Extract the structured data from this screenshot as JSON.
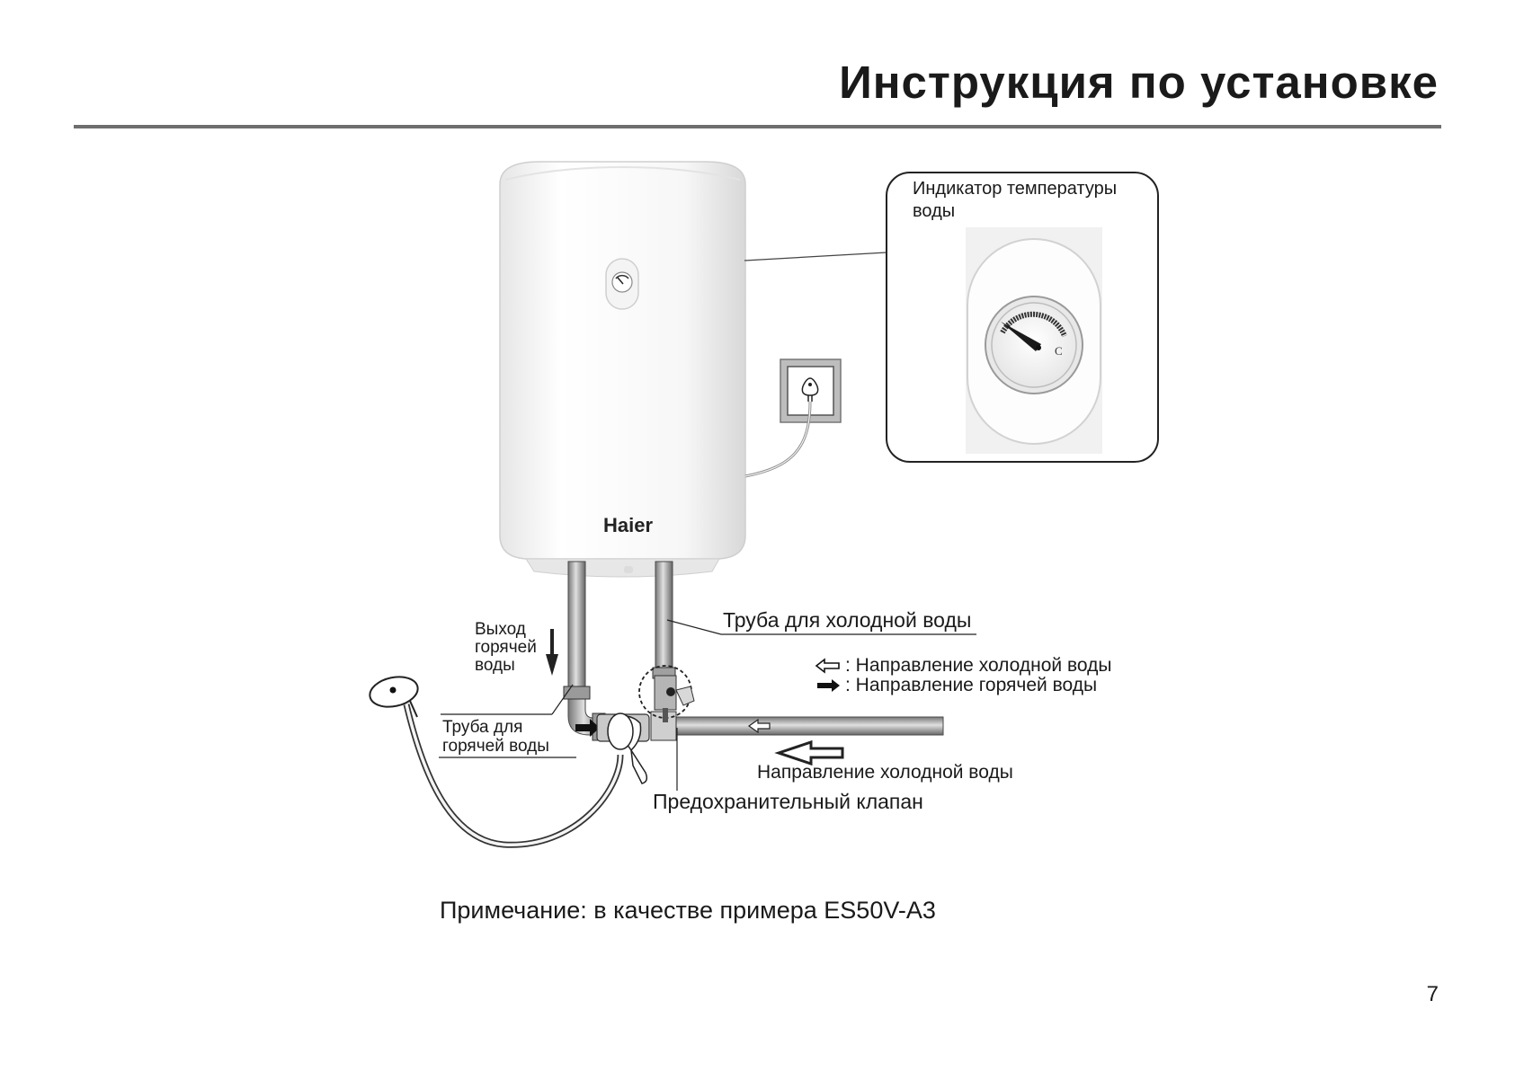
{
  "header": {
    "title": "Инструкция по установке"
  },
  "diagram": {
    "brand": "Haier",
    "indicator_label_line1": "Индикатор температуры",
    "indicator_label_line2": "воды",
    "dial_unit": "C",
    "hot_outlet_line1": "Выход",
    "hot_outlet_line2": "горячей",
    "hot_outlet_line3": "воды",
    "hot_pipe_line1": "Труба для",
    "hot_pipe_line2": "горячей воды",
    "cold_pipe": "Труба для холодной воды",
    "legend_cold": ": Направление холодной воды",
    "legend_hot": ": Направление горячей воды",
    "cold_direction": "Направление холодной воды",
    "safety_valve": "Предохранительный клапан",
    "icons": [
      "outline-arrow-left-icon",
      "filled-arrow-right-icon",
      "temperature-dial-icon",
      "power-socket-icon",
      "shower-head-icon"
    ]
  },
  "footer": {
    "note": "Примечание: в качестве примера ES50V-A3",
    "page_number": "7"
  }
}
